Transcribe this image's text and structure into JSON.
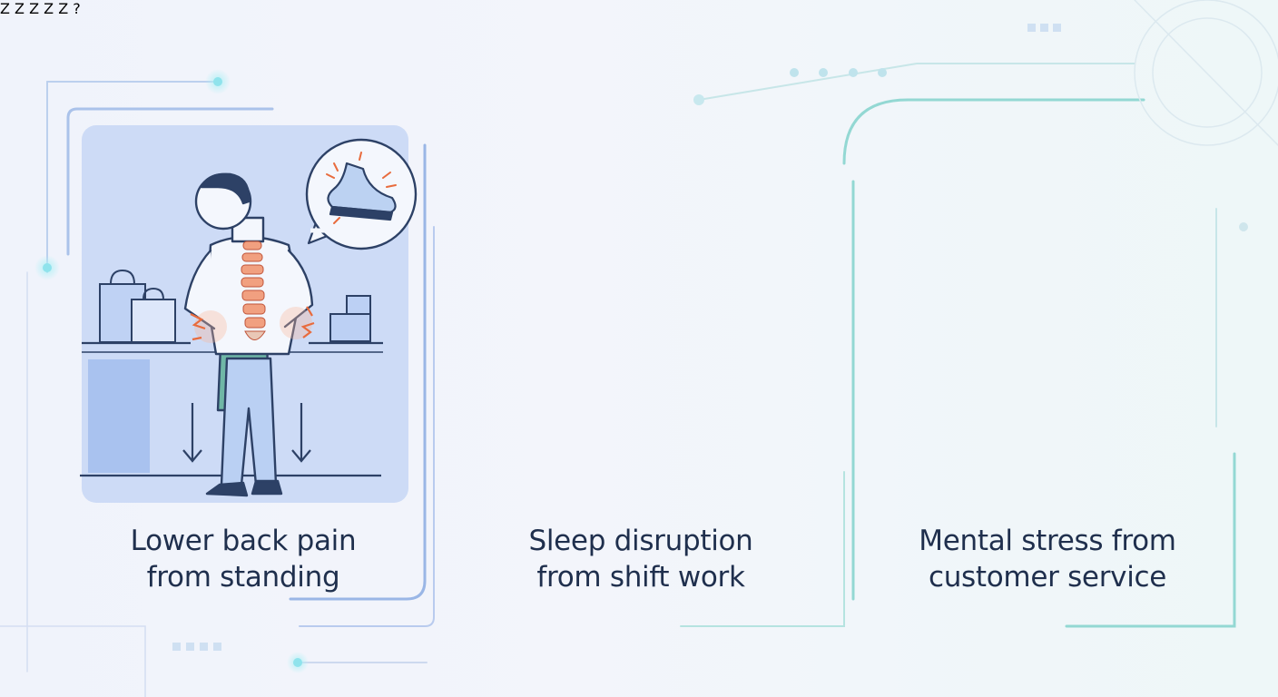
{
  "panels": [
    {
      "id": "back-pain",
      "line1": "Lower back pain",
      "line2": "from standing",
      "icon": "standing-worker-back-pain"
    },
    {
      "id": "sleep",
      "line1": "Sleep disruption",
      "line2": "from shift work",
      "icon": "day-night-sleep"
    },
    {
      "id": "stress",
      "line1": "Mental stress from",
      "line2": "customer service",
      "icon": "cashier-stress"
    }
  ],
  "sleep_text": {
    "zzz": "Z Z Z"
  },
  "stress_text": {
    "question": "?"
  },
  "colors": {
    "ink": "#2d4166",
    "panel_blue": "#cbdaf5",
    "panel_teal": "#cdeee6",
    "night": "#3d5c8e",
    "day": "#9cded5",
    "pain": "#f08a5d",
    "accent_blue": "#8fb0e6",
    "accent_teal": "#86d3c4"
  }
}
